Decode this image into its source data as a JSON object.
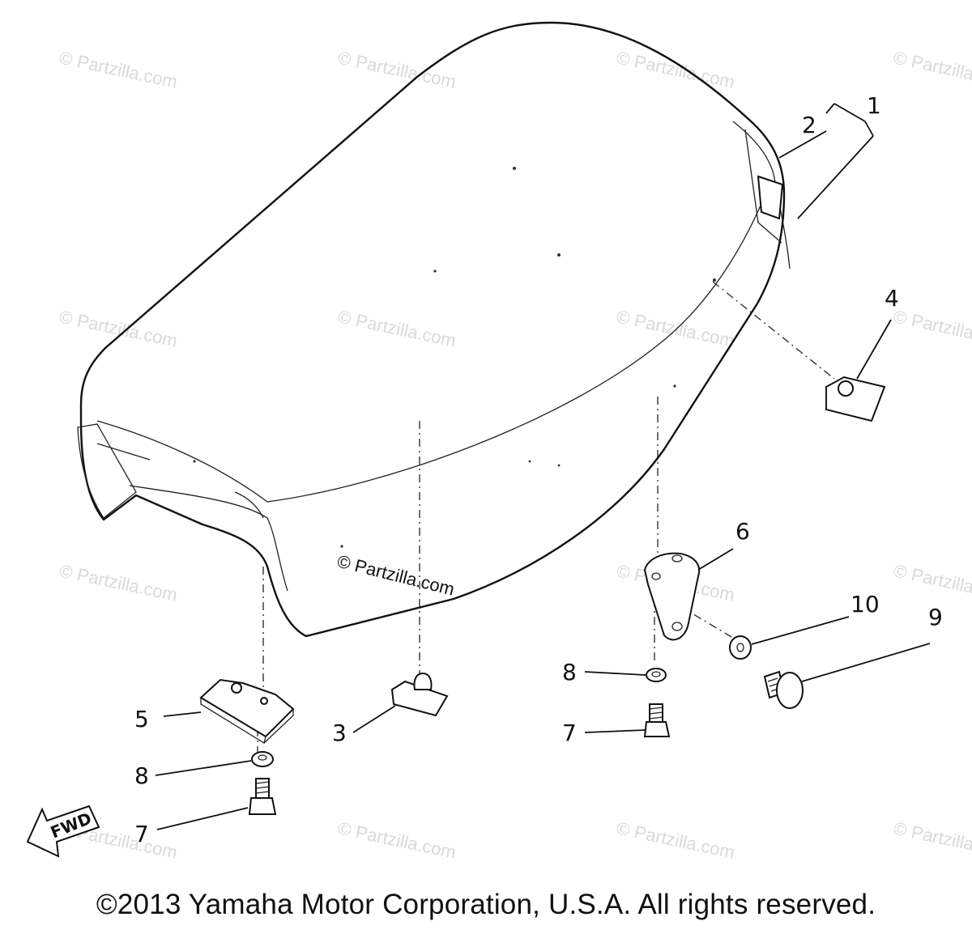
{
  "watermark": {
    "text": "© Partzilla.com"
  },
  "center_watermark": "© Partzilla.com",
  "callouts": {
    "c1": "1",
    "c2": "2",
    "c3": "3",
    "c4": "4",
    "c5": "5",
    "c6": "6",
    "c7a": "7",
    "c7b": "7",
    "c8a": "8",
    "c8b": "8",
    "c9": "9",
    "c10": "10"
  },
  "fwd_label": "FWD",
  "copyright": "©2013 Yamaha Motor Corporation, U.S.A. All rights reserved.",
  "colors": {
    "line": "#111111",
    "watermark": "#d9d9d9",
    "background": "#ffffff"
  }
}
